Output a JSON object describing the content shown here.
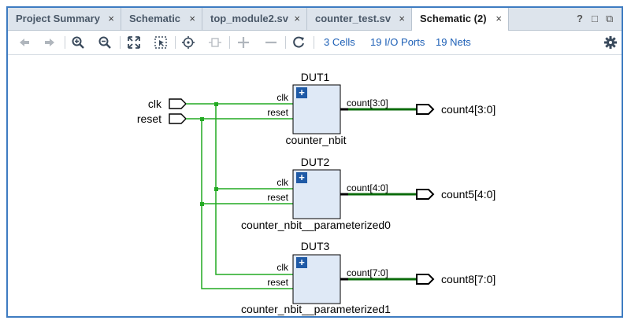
{
  "tabs": [
    {
      "label": "Project Summary"
    },
    {
      "label": "Schematic"
    },
    {
      "label": "top_module2.sv"
    },
    {
      "label": "counter_test.sv"
    },
    {
      "label": "Schematic (2)"
    }
  ],
  "tab_close": "×",
  "window": {
    "help": "?",
    "maximize": "□",
    "float": "⧉"
  },
  "toolbar": {
    "cells": "3 Cells",
    "io_ports": "19 I/O Ports",
    "nets": "19 Nets"
  },
  "schematic": {
    "inputs": [
      "clk",
      "reset"
    ],
    "instances": [
      {
        "name": "DUT1",
        "cell": "counter_nbit",
        "pin_clk": "clk",
        "pin_reset": "reset",
        "pin_count": "count[3:0]",
        "output": "count4[3:0]"
      },
      {
        "name": "DUT2",
        "cell": "counter_nbit__parameterized0",
        "pin_clk": "clk",
        "pin_reset": "reset",
        "pin_count": "count[4:0]",
        "output": "count5[4:0]"
      },
      {
        "name": "DUT3",
        "cell": "counter_nbit__parameterized1",
        "pin_clk": "clk",
        "pin_reset": "reset",
        "pin_count": "count[7:0]",
        "output": "count8[7:0]"
      }
    ],
    "colors": {
      "net": "#22aa22",
      "bus": "#0b6b0b",
      "cell_fill": "#dfe9f6",
      "accent": "#3e7cc1"
    }
  }
}
